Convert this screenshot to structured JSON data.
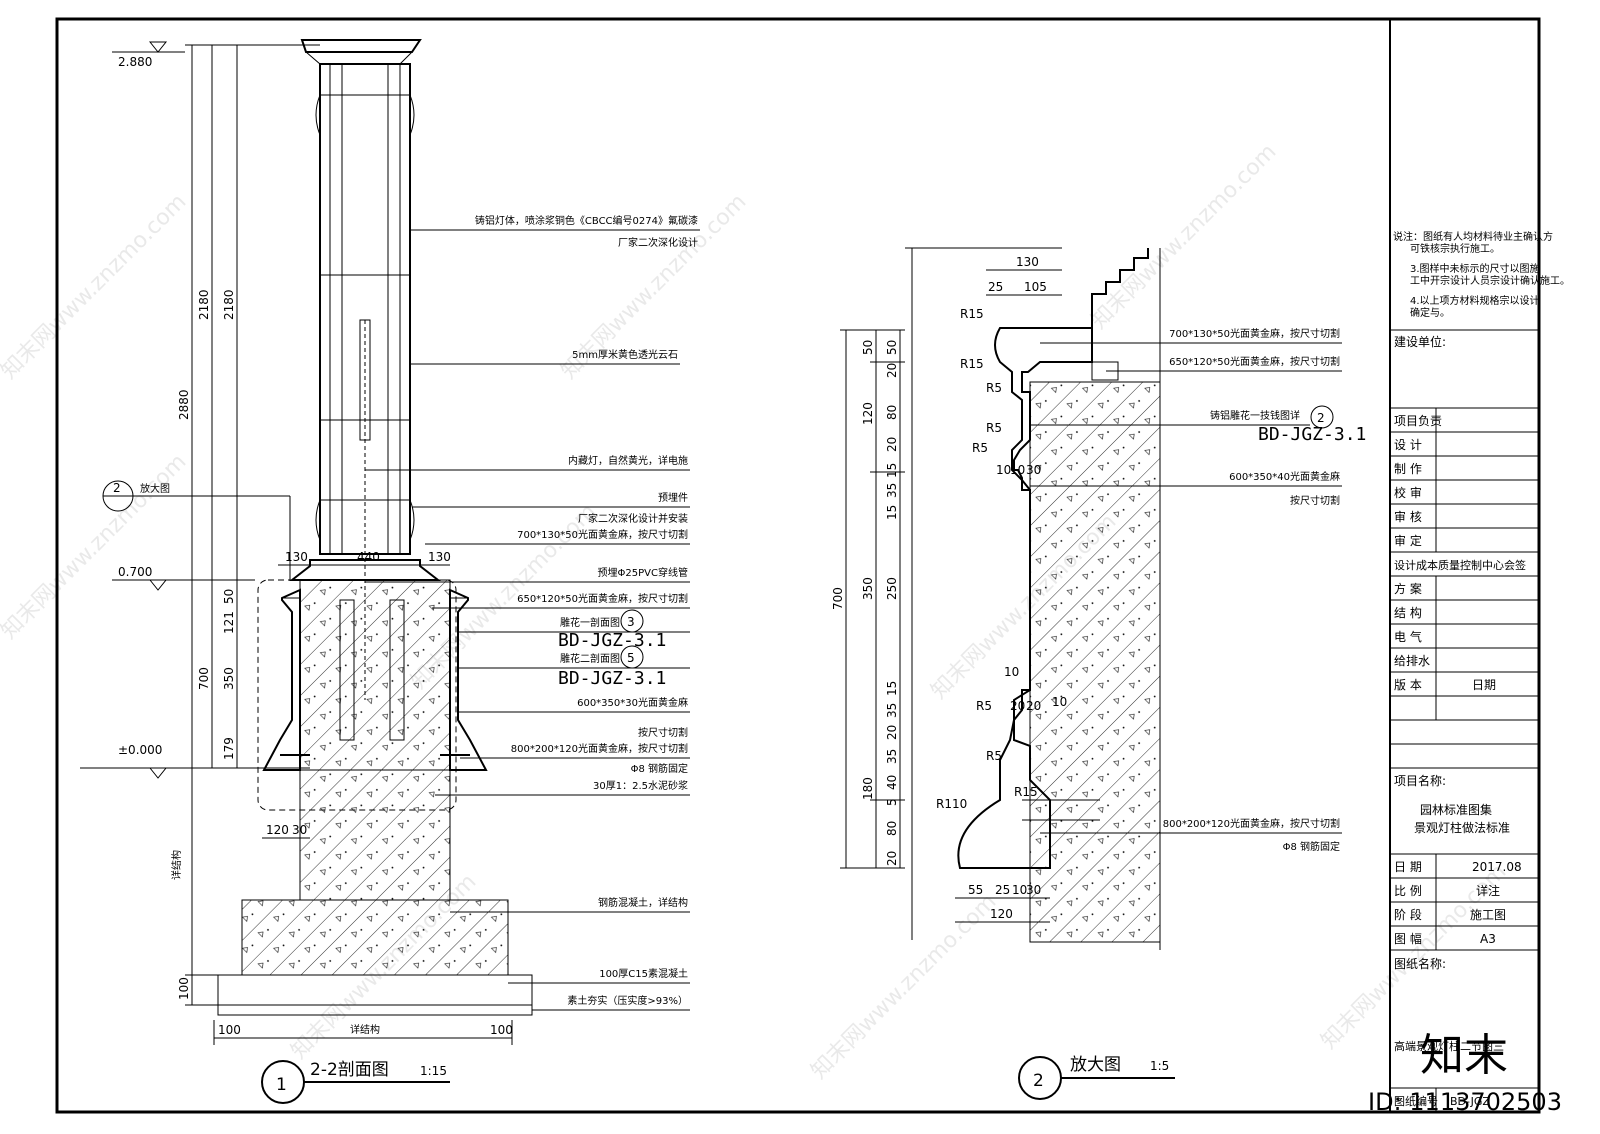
{
  "drawing": {
    "section_title": "2-2剖面图",
    "section_scale": "1:15",
    "section_number": "1",
    "detail_title": "放大图",
    "detail_scale": "1:5",
    "detail_number": "2"
  },
  "section": {
    "elevations": [
      "2.880",
      "0.700",
      "±0.000"
    ],
    "vertical_dims": [
      "2180",
      "2180",
      "2880",
      "50",
      "121",
      "700",
      "350",
      "179",
      "100"
    ],
    "horizontal_dims": [
      "130",
      "440",
      "130",
      "120",
      "30",
      "100",
      "100"
    ],
    "bottom_label": "详结构",
    "side_label": "详结构",
    "detail_ref_label": "放大图",
    "detail_ref_number": "2",
    "callouts": [
      "铸铝灯体，喷涂浆铜色《CBCC编号0274》氟碳漆",
      "厂家二次深化设计",
      "5mm厚米黄色透光云石",
      "内藏灯，自然黄光，详电施",
      "预埋件",
      "厂家二次深化设计并安装",
      "700*130*50光面黄金麻，按尺寸切割",
      "预埋Φ25PVC穿线管",
      "650*120*50光面黄金麻，按尺寸切割",
      "雕花一剖面图",
      "雕花二剖面图",
      "600*350*30光面黄金麻",
      "按尺寸切割",
      "800*200*120光面黄金麻，按尺寸切割",
      "Φ8 钢筋固定",
      "30厚1：2.5水泥砂浆",
      "钢筋混凝土，详结构",
      "100厚C15素混凝土",
      "素土夯实（压实度>93%）"
    ],
    "refs": [
      {
        "num": "3",
        "code": "BD-JGZ-3.1"
      },
      {
        "num": "5",
        "code": "BD-JGZ-3.1"
      }
    ]
  },
  "detail": {
    "top_dims": [
      "130",
      "25",
      "105"
    ],
    "left_dims_outer": [
      "700"
    ],
    "left_dims_mid": [
      "50",
      "120",
      "350",
      "180"
    ],
    "left_dims_inner": [
      "50",
      "20",
      "80",
      "20",
      "15",
      "35",
      "15",
      "250",
      "15",
      "35",
      "20",
      "35",
      "40",
      "5",
      "80",
      "20"
    ],
    "radii": [
      "R15",
      "R15",
      "R5",
      "R5",
      "R5",
      "R5",
      "R5",
      "R110",
      "R15"
    ],
    "small_dims": [
      "10",
      "10",
      "30",
      "10",
      "20",
      "20",
      "10"
    ],
    "bottom_dims": [
      "55",
      "25",
      "10",
      "30",
      "120"
    ],
    "callouts": [
      "700*130*50光面黄金麻，按尺寸切割",
      "650*120*50光面黄金麻，按尺寸切割",
      "铸铝雕花一技钱图详",
      "600*350*40光面黄金麻",
      "按尺寸切割",
      "800*200*120光面黄金麻，按尺寸切割",
      "Φ8 钢筋固定"
    ],
    "ref": {
      "num": "2",
      "code": "BD-JGZ-3.1"
    }
  },
  "title_block": {
    "notes": [
      "说注：图纸有人均材料待业主确认方",
      "可铁核宗执行施工。",
      "3.图样中未标示的尺寸以图施",
      "工中开宗设计人员宗设计确认施工。",
      "4.以上项方材料规格宗以设计",
      "确定与。"
    ],
    "client_label": "建设单位:",
    "rows": [
      {
        "label": "项目负责",
        "value": ""
      },
      {
        "label": "设    计",
        "value": ""
      },
      {
        "label": "制    作",
        "value": ""
      },
      {
        "label": "校    审",
        "value": ""
      },
      {
        "label": "审    核",
        "value": ""
      },
      {
        "label": "审    定",
        "value": ""
      }
    ],
    "center_label": "设计成本质量控制中心会签",
    "rows2": [
      {
        "label": "方    案",
        "value": ""
      },
      {
        "label": "结    构",
        "value": ""
      },
      {
        "label": "电    气",
        "value": ""
      },
      {
        "label": "给排水",
        "value": ""
      },
      {
        "label": "版    本",
        "value": "日期"
      }
    ],
    "project_label": "项目名称:",
    "project_name_1": "园林标准图集",
    "project_name_2": "景观灯柱做法标准",
    "info": [
      {
        "label": "日    期",
        "value": "2017.08"
      },
      {
        "label": "比    例",
        "value": "详注"
      },
      {
        "label": "阶    段",
        "value": "施工图"
      },
      {
        "label": "图    幅",
        "value": "A3"
      }
    ],
    "drawing_name_label": "图纸名称:",
    "drawing_name": "高端景观灯柱二节图三",
    "drawing_number_label": "图纸编号",
    "drawing_number": "BD-JGZ"
  },
  "watermark": {
    "text": "知末网www.znzmo.com",
    "logo": "知末",
    "id": "ID: 1113702503"
  }
}
